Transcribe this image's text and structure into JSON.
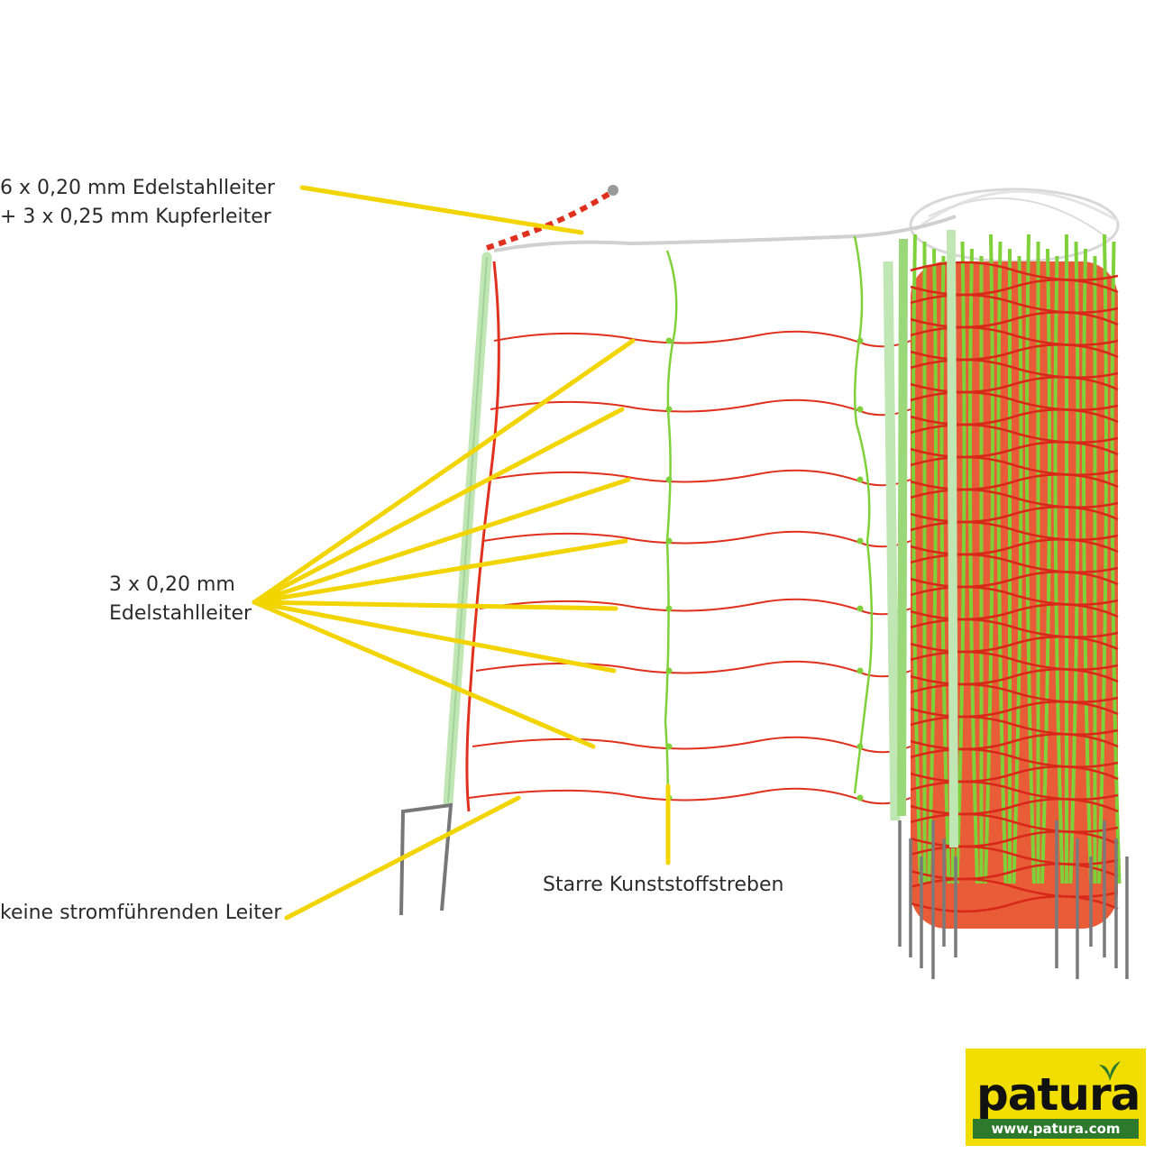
{
  "labels": {
    "top_line1": "6 x 0,20 mm Edelstahlleiter",
    "top_line2": "+ 3 x 0,25 mm Kupferleiter",
    "mid_line1": "3 x 0,20 mm",
    "mid_line2": "Edelstahlleiter",
    "bottom": "keine stromführenden Leiter",
    "struts": "Starre Kunststoffstreben"
  },
  "logo": {
    "word": "patura",
    "url": "www.patura.com"
  },
  "colors": {
    "callout_line": "#f2d400",
    "red_wire": "#e0301e",
    "green_strut": "#7fd13a",
    "post": "#bfe6b3",
    "logo_bg": "#f2dd00",
    "logo_band": "#2d7a2d",
    "text": "#2b2b2b"
  }
}
